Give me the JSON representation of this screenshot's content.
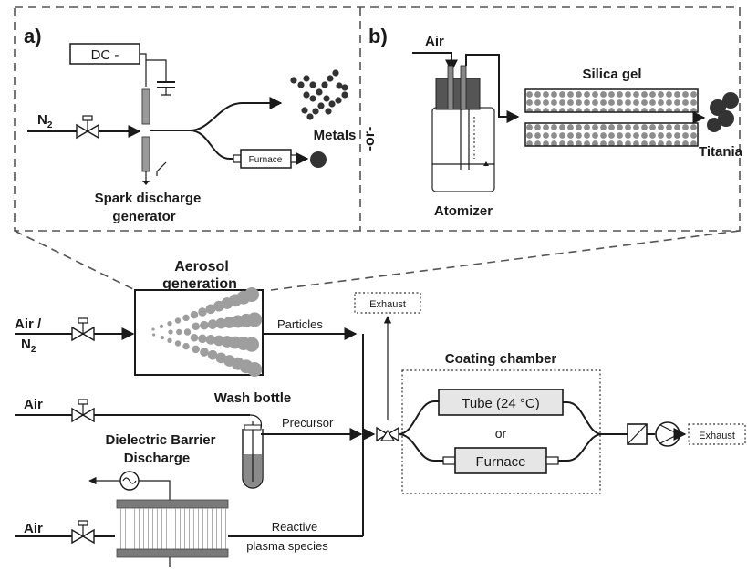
{
  "panel_a": {
    "label": "a)",
    "dc_label": "DC -",
    "n2_label": "N",
    "n2_sub": "2",
    "spark_line1": "Spark discharge",
    "spark_line2": "generator",
    "metals_label": "Metals",
    "furnace_label": "Furnace"
  },
  "or_vertical": "-or-",
  "panel_b": {
    "label": "b)",
    "air_label": "Air",
    "silica_label": "Silica gel",
    "titania_label": "Titania",
    "atomizer_label": "Atomizer"
  },
  "aerosol": {
    "title_line1": "Aerosol",
    "title_line2": "generation",
    "inlet_line1": "Air /",
    "inlet_line2": "N",
    "inlet_sub": "2",
    "particles_label": "Particles"
  },
  "exhaust_top": "Exhaust",
  "wash": {
    "air_label": "Air",
    "title": "Wash bottle",
    "precursor_label": "Precursor"
  },
  "dbd": {
    "title_line1": "Dielectric Barrier",
    "title_line2": "Discharge",
    "air_label": "Air",
    "reactive_line1": "Reactive",
    "reactive_line2": "plasma species"
  },
  "coating": {
    "title": "Coating chamber",
    "tube_label": "Tube (24 °C)",
    "or_label": "or",
    "furnace_label": "Furnace"
  },
  "exhaust_right": "Exhaust",
  "colors": {
    "ink": "#1a1a1a",
    "particle_gray": "#9e9e9e",
    "dark_particle": "#333333",
    "box_fill": "#e6e6e6"
  }
}
